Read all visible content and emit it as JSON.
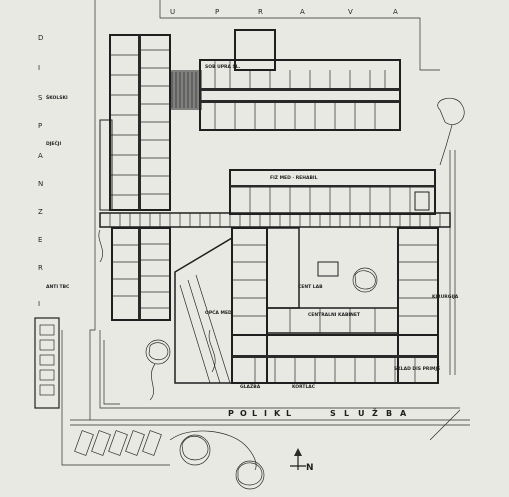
{
  "labels": {
    "top_letters": [
      "U",
      "P",
      "R",
      "A",
      "V",
      "A"
    ],
    "left_letters": [
      "D",
      "I",
      "S",
      "P",
      "A",
      "N",
      "Z",
      "E",
      "R",
      "I"
    ],
    "bottom_letters": [
      "P",
      "O",
      "L",
      "I",
      "K",
      "L",
      "S",
      "L",
      "U",
      "Ž",
      "B",
      "A"
    ],
    "skolski": "ŠKOLSKI",
    "djeji": "DJEČJI",
    "anti_tbc": "ANTI TBC",
    "sob_upr": "SOB UPRA SL.",
    "fiz_med": "FIZ MED · REHABIL",
    "opca_med": "OPĆA MED",
    "cent_lab": "CENT LAB",
    "centralni_kabinet": "CENTRALNI KABINET",
    "kirurgija": "KIRURGIJA",
    "glazba": "GLAZBA",
    "kortlac": "KORTLAC",
    "skladiste": "SKLAD DIS PRIMJE",
    "north": "N"
  }
}
